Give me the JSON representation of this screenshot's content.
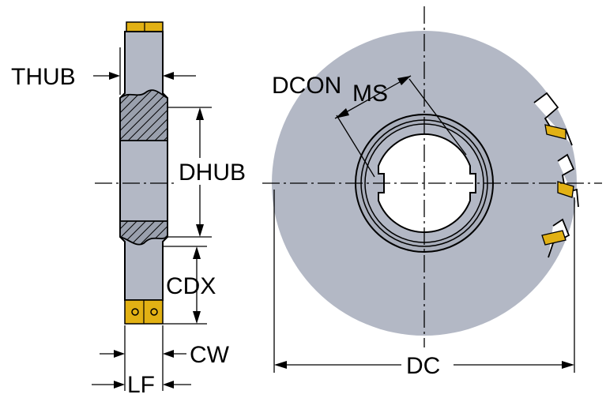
{
  "labels": {
    "thub": "THUB",
    "dcon": "DCON",
    "dcon_sub": "MS",
    "dhub": "DHUB",
    "cdx": "CDX",
    "cw": "CW",
    "lf": "LF",
    "dc": "DC"
  },
  "colors": {
    "body": "#b3b8c5",
    "section": "#9aa0ad",
    "insert": "#e2b114",
    "line": "#000000"
  }
}
